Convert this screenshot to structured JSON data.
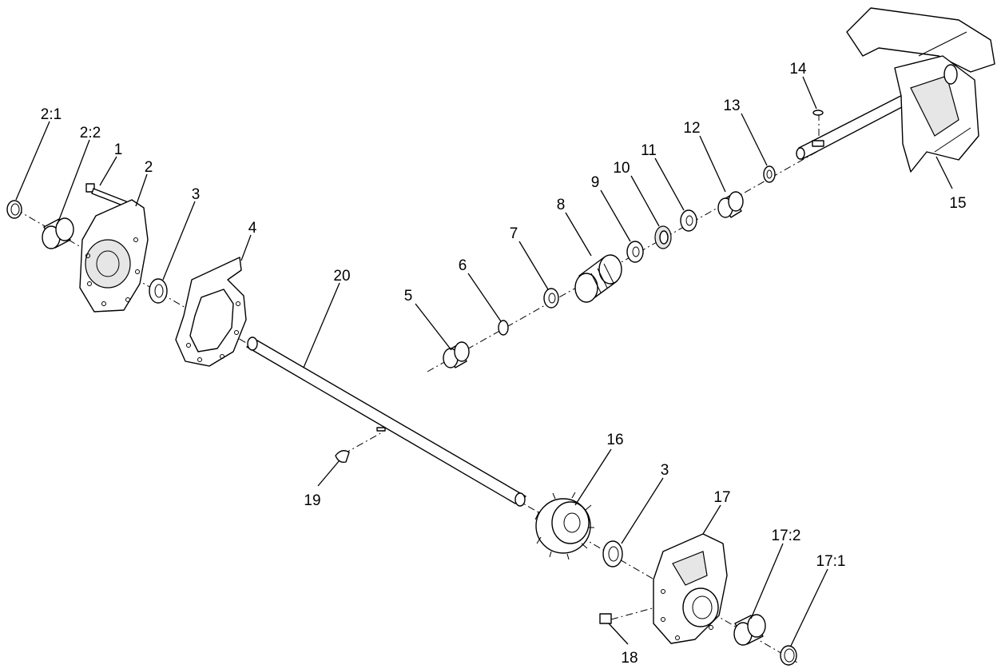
{
  "callouts": [
    {
      "id": "c-2-1",
      "label": "2:1"
    },
    {
      "id": "c-2-2",
      "label": "2:2"
    },
    {
      "id": "c-1",
      "label": "1"
    },
    {
      "id": "c-2",
      "label": "2"
    },
    {
      "id": "c-3a",
      "label": "3"
    },
    {
      "id": "c-4",
      "label": "4"
    },
    {
      "id": "c-20",
      "label": "20"
    },
    {
      "id": "c-5",
      "label": "5"
    },
    {
      "id": "c-6",
      "label": "6"
    },
    {
      "id": "c-7",
      "label": "7"
    },
    {
      "id": "c-8",
      "label": "8"
    },
    {
      "id": "c-9",
      "label": "9"
    },
    {
      "id": "c-10",
      "label": "10"
    },
    {
      "id": "c-11",
      "label": "11"
    },
    {
      "id": "c-12",
      "label": "12"
    },
    {
      "id": "c-13",
      "label": "13"
    },
    {
      "id": "c-14",
      "label": "14"
    },
    {
      "id": "c-15",
      "label": "15"
    },
    {
      "id": "c-16",
      "label": "16"
    },
    {
      "id": "c-3b",
      "label": "3"
    },
    {
      "id": "c-17",
      "label": "17"
    },
    {
      "id": "c-17-2",
      "label": "17:2"
    },
    {
      "id": "c-17-1",
      "label": "17:1"
    },
    {
      "id": "c-18",
      "label": "18"
    },
    {
      "id": "c-19",
      "label": "19"
    }
  ]
}
